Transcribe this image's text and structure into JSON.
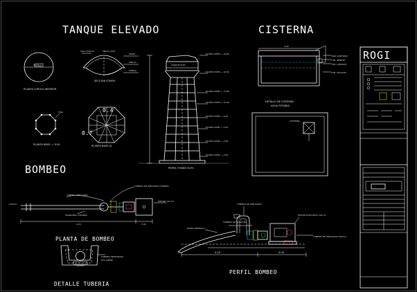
{
  "titles": {
    "tanque_elevado": "TANQUE ELEVADO",
    "cisterna": "CISTERNA",
    "bombeo": "BOMBEO",
    "planta_bombeo": "PLANTA DE BOMBEO",
    "detalle_tuberia": "DETALLE TUBERIA",
    "perfil_bombeo": "PERFIL BOMBEO"
  },
  "titleblock": {
    "logo": "ROGI"
  },
  "tanque_labels": {
    "planta_cupula": "PLANTA CUPULA INFERIOR",
    "seccion_fondo": "SECCION FONDO",
    "planta_nivel": "PLANTA NIVEL + 0.00",
    "planta_nivel_b": "PLANTA NIVEL-B",
    "perfil_fondo": "PERFIL FONDO ELEV",
    "level_marks": [
      "PLANTA NIVEL + 18.00",
      "PLANTA NIVEL + 16.30",
      "PLANTA NIVEL + 13.60",
      "PLANTA NIVEL + 10.90",
      "PLANTA NIVEL + 8.20",
      "PLANTA NIVEL + 5.50",
      "PLANTA NIVEL + 2.80",
      "PLANTA NIVEL + 0.00"
    ],
    "dim_04": "0.4",
    "dim_07": "0.7"
  },
  "cisterna_labels": {
    "detalle": "DETALLE DE CISTERNA",
    "agua": "AGUA POTABLE",
    "cisterna_small": "CISTERNA"
  },
  "bombeo_labels": {
    "tuberia_impulsion": "TUBERIA IMPULSION",
    "tuberia_succion": "TUBERIA DE IMPULSION TUBERIA",
    "manguera": "MANGUERA FLEXIBLE",
    "motor": "MOTOR 100 CV",
    "dim_420": "4.20",
    "dim_030": "0.30",
    "dim_100": "100mm",
    "caja": "300mm",
    "nota": "TUBERIA PERFORADA",
    "nota2": "PVC ARENA",
    "perfil_dim1": "4.20",
    "perfil_dim2": "0.00",
    "perfil_lbl1": "TUBERIA DE IMPULSION",
    "perfil_lbl2": "TUBERIA DE SUCCION",
    "perfil_lbl3": "PARTE ARENISCA",
    "perfil_lbl4": "MOTOR ELECTRICO 100 CV",
    "perfil_lbl5": "TUBERIA DE IMPULSION 100mm"
  }
}
